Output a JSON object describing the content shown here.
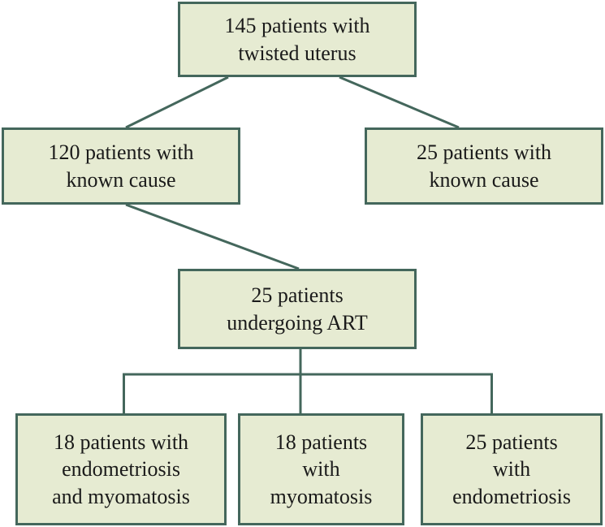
{
  "diagram": {
    "colors": {
      "box_fill": "#e6ebd2",
      "box_border": "#44675c",
      "connector": "#44675c",
      "text": "#1a1a1a"
    },
    "nodes": {
      "root": {
        "line1": "145 patients with",
        "line2": "twisted uterus"
      },
      "left": {
        "line1": "120 patients with",
        "line2": "known cause"
      },
      "right": {
        "line1": "25 patients with",
        "line2": "known cause"
      },
      "art": {
        "line1": "25 patients",
        "line2": "undergoing ART"
      },
      "b1": {
        "line1": "18 patients with",
        "line2": "endometriosis",
        "line3": "and myomatosis"
      },
      "b2": {
        "line1": "18 patients",
        "line2": "with",
        "line3": "myomatosis"
      },
      "b3": {
        "line1": "25 patients",
        "line2": "with",
        "line3": "endometriosis"
      }
    },
    "edges": [
      {
        "from": "root",
        "to": "left"
      },
      {
        "from": "root",
        "to": "right"
      },
      {
        "from": "left",
        "to": "art"
      },
      {
        "from": "art",
        "to": "b1"
      },
      {
        "from": "art",
        "to": "b2"
      },
      {
        "from": "art",
        "to": "b3"
      }
    ]
  }
}
